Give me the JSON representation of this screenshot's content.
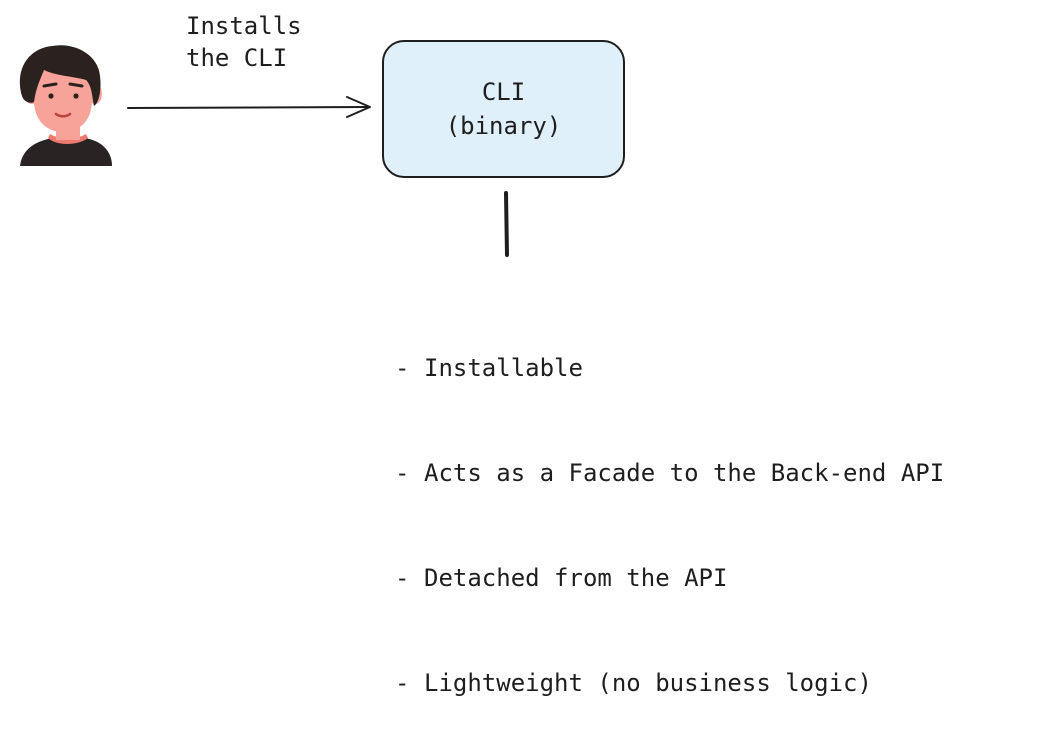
{
  "user": {
    "icon": "person-avatar-icon"
  },
  "arrow": {
    "label": "Installs\nthe CLI"
  },
  "cli_box": {
    "line1": "CLI",
    "line2": "(binary)",
    "fill": "#dff0fb"
  },
  "notes": {
    "bullet": "-",
    "items": [
      "Installable",
      "Acts as a Facade to the Back-end API",
      "Detached from the API",
      "Lightweight (no business logic)"
    ]
  },
  "colors": {
    "stroke": "#1e1e1e",
    "skin": "#f7a39a",
    "hair": "#2b211f",
    "shirt": "#2a2323",
    "collar": "#ee7a6d"
  }
}
